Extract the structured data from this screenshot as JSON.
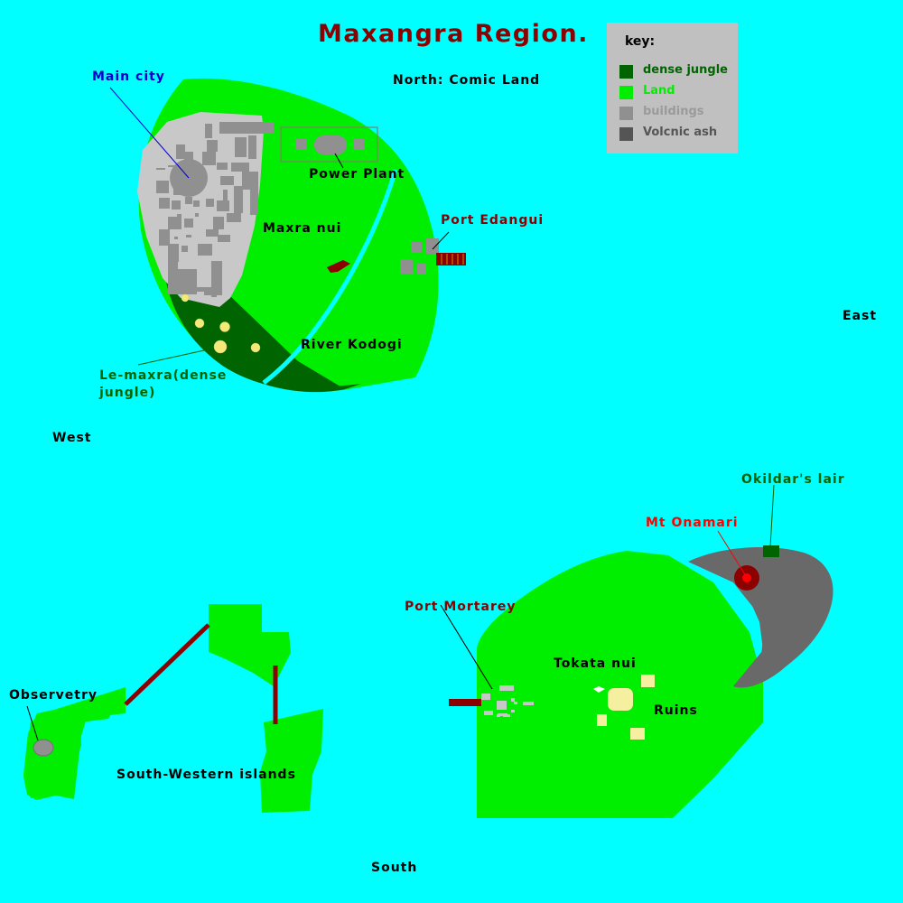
{
  "title": "Maxangra Region.",
  "colors": {
    "ocean": "#00FFFF",
    "land": "#00EE00",
    "dense_jungle": "#006400",
    "buildings": "#909090",
    "city_ground": "#C8C8C8",
    "volcanic_ash": "#696969",
    "river": "#00FFFF",
    "bridge": "#8B0000",
    "ruins": "#F5F0A0",
    "key_bg": "#C0C0C0",
    "title_color": "#8B0000"
  },
  "compass": {
    "north": "North: Comic Land",
    "east": "East",
    "west": "West",
    "south": "South"
  },
  "key": {
    "heading": "key:",
    "items": [
      {
        "label": "dense jungle",
        "color": "#006400",
        "text_color": "#006400"
      },
      {
        "label": "Land",
        "color": "#00EE00",
        "text_color": "#00EE00"
      },
      {
        "label": "buildings",
        "color": "#909090",
        "text_color": "#9A9A9A"
      },
      {
        "label": "Volcnic ash",
        "color": "#555555",
        "text_color": "#555555"
      }
    ]
  },
  "labels": {
    "main_city": "Main city",
    "power_plant": "Power Plant",
    "maxra_nui": "Maxra nui",
    "port_edangui": "Port Edangui",
    "river_kodogi": "River Kodogi",
    "le_maxra_line1": "Le-maxra(dense",
    "le_maxra_line2": "jungle)",
    "okildars_lair": "Okildar's lair",
    "mt_onamari": "Mt Onamari",
    "port_mortarey": "Port Mortarey",
    "tokata_nui": "Tokata nui",
    "ruins": "Ruins",
    "observetry": "Observetry",
    "south_western_islands": "South-Western islands"
  }
}
